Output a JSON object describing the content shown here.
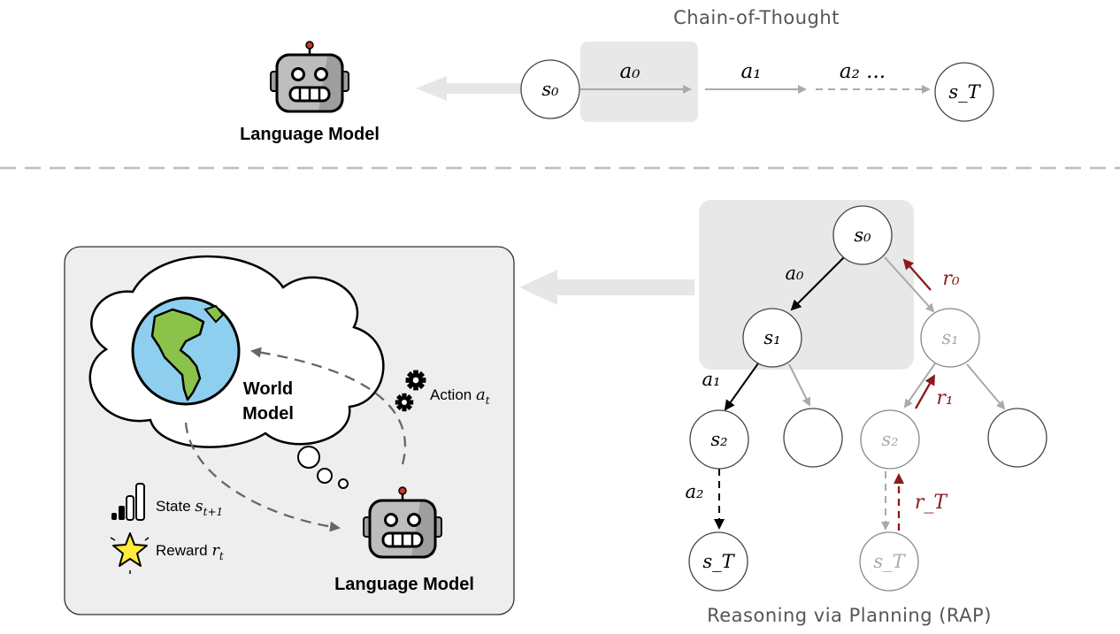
{
  "cot": {
    "title": "Chain-of-Thought",
    "model_label": "Language Model",
    "s0": "s₀",
    "sT": "s_T",
    "a0": "a₀",
    "a1": "a₁",
    "a2": "a₂ ..."
  },
  "world": {
    "world_model": [
      "World",
      "Model"
    ],
    "language_model": "Language Model",
    "action": "Action a_t",
    "state": "State s_{t+1}",
    "reward": "Reward r_t"
  },
  "rap": {
    "title": "Reasoning via Planning (RAP)",
    "nodes": {
      "s0": "s₀",
      "s1": "s₁",
      "s1_faded": "s₁",
      "s2": "s₂",
      "s2_faded": "s₂",
      "sT": "s_T",
      "sT_faded": "s_T"
    },
    "edges": {
      "a0": "a₀",
      "a1": "a₁",
      "a2": "a₂"
    },
    "rewards": {
      "r0": "r₀",
      "r1": "r₁",
      "rT": "r_T"
    }
  },
  "colors": {
    "reward_red": "#8b1a1a",
    "faded": "#aaaaaa",
    "panel": "#eeeeee",
    "highlight": "#e8e8e8"
  }
}
